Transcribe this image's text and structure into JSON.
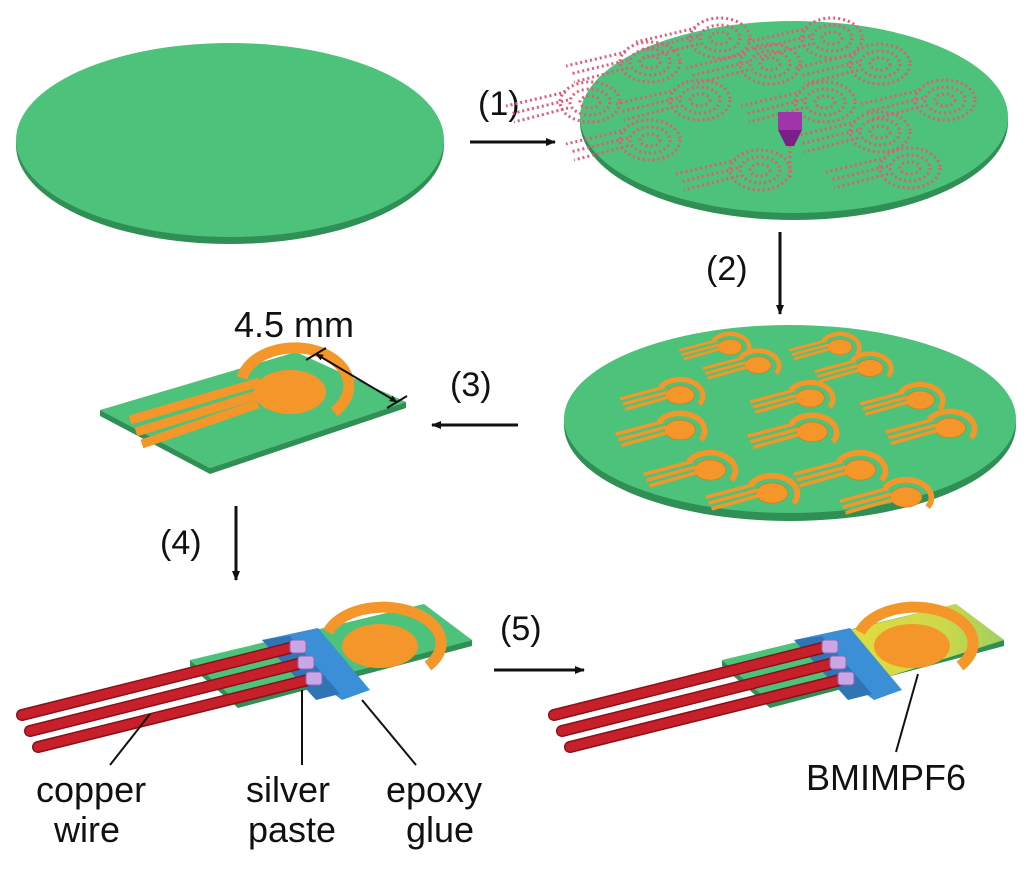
{
  "steps": [
    "(1)",
    "(2)",
    "(3)",
    "(4)",
    "(5)"
  ],
  "dimension_label": "4.5 mm",
  "labels": {
    "copper_1": "copper",
    "copper_2": "wire",
    "silver_1": "silver",
    "silver_2": "paste",
    "epoxy_1": "epoxy",
    "epoxy_2": "glue",
    "ionic": "BMIMPF6"
  },
  "colors": {
    "substrate": "#4cc27a",
    "substrate_edge": "#2f8f55",
    "electrode": "#f5962a",
    "electrode_dark": "#c66e12",
    "wire": "#c8202a",
    "wire_dark": "#8a1018",
    "silver_paste": "#c9a6e6",
    "epoxy": "#3a8fd6",
    "ionic_liquid": "#d8dc4a",
    "nozzle": "#a034a8"
  },
  "icons": {
    "printer_nozzle": "nozzle-icon",
    "electrode": "electrode-icon"
  }
}
